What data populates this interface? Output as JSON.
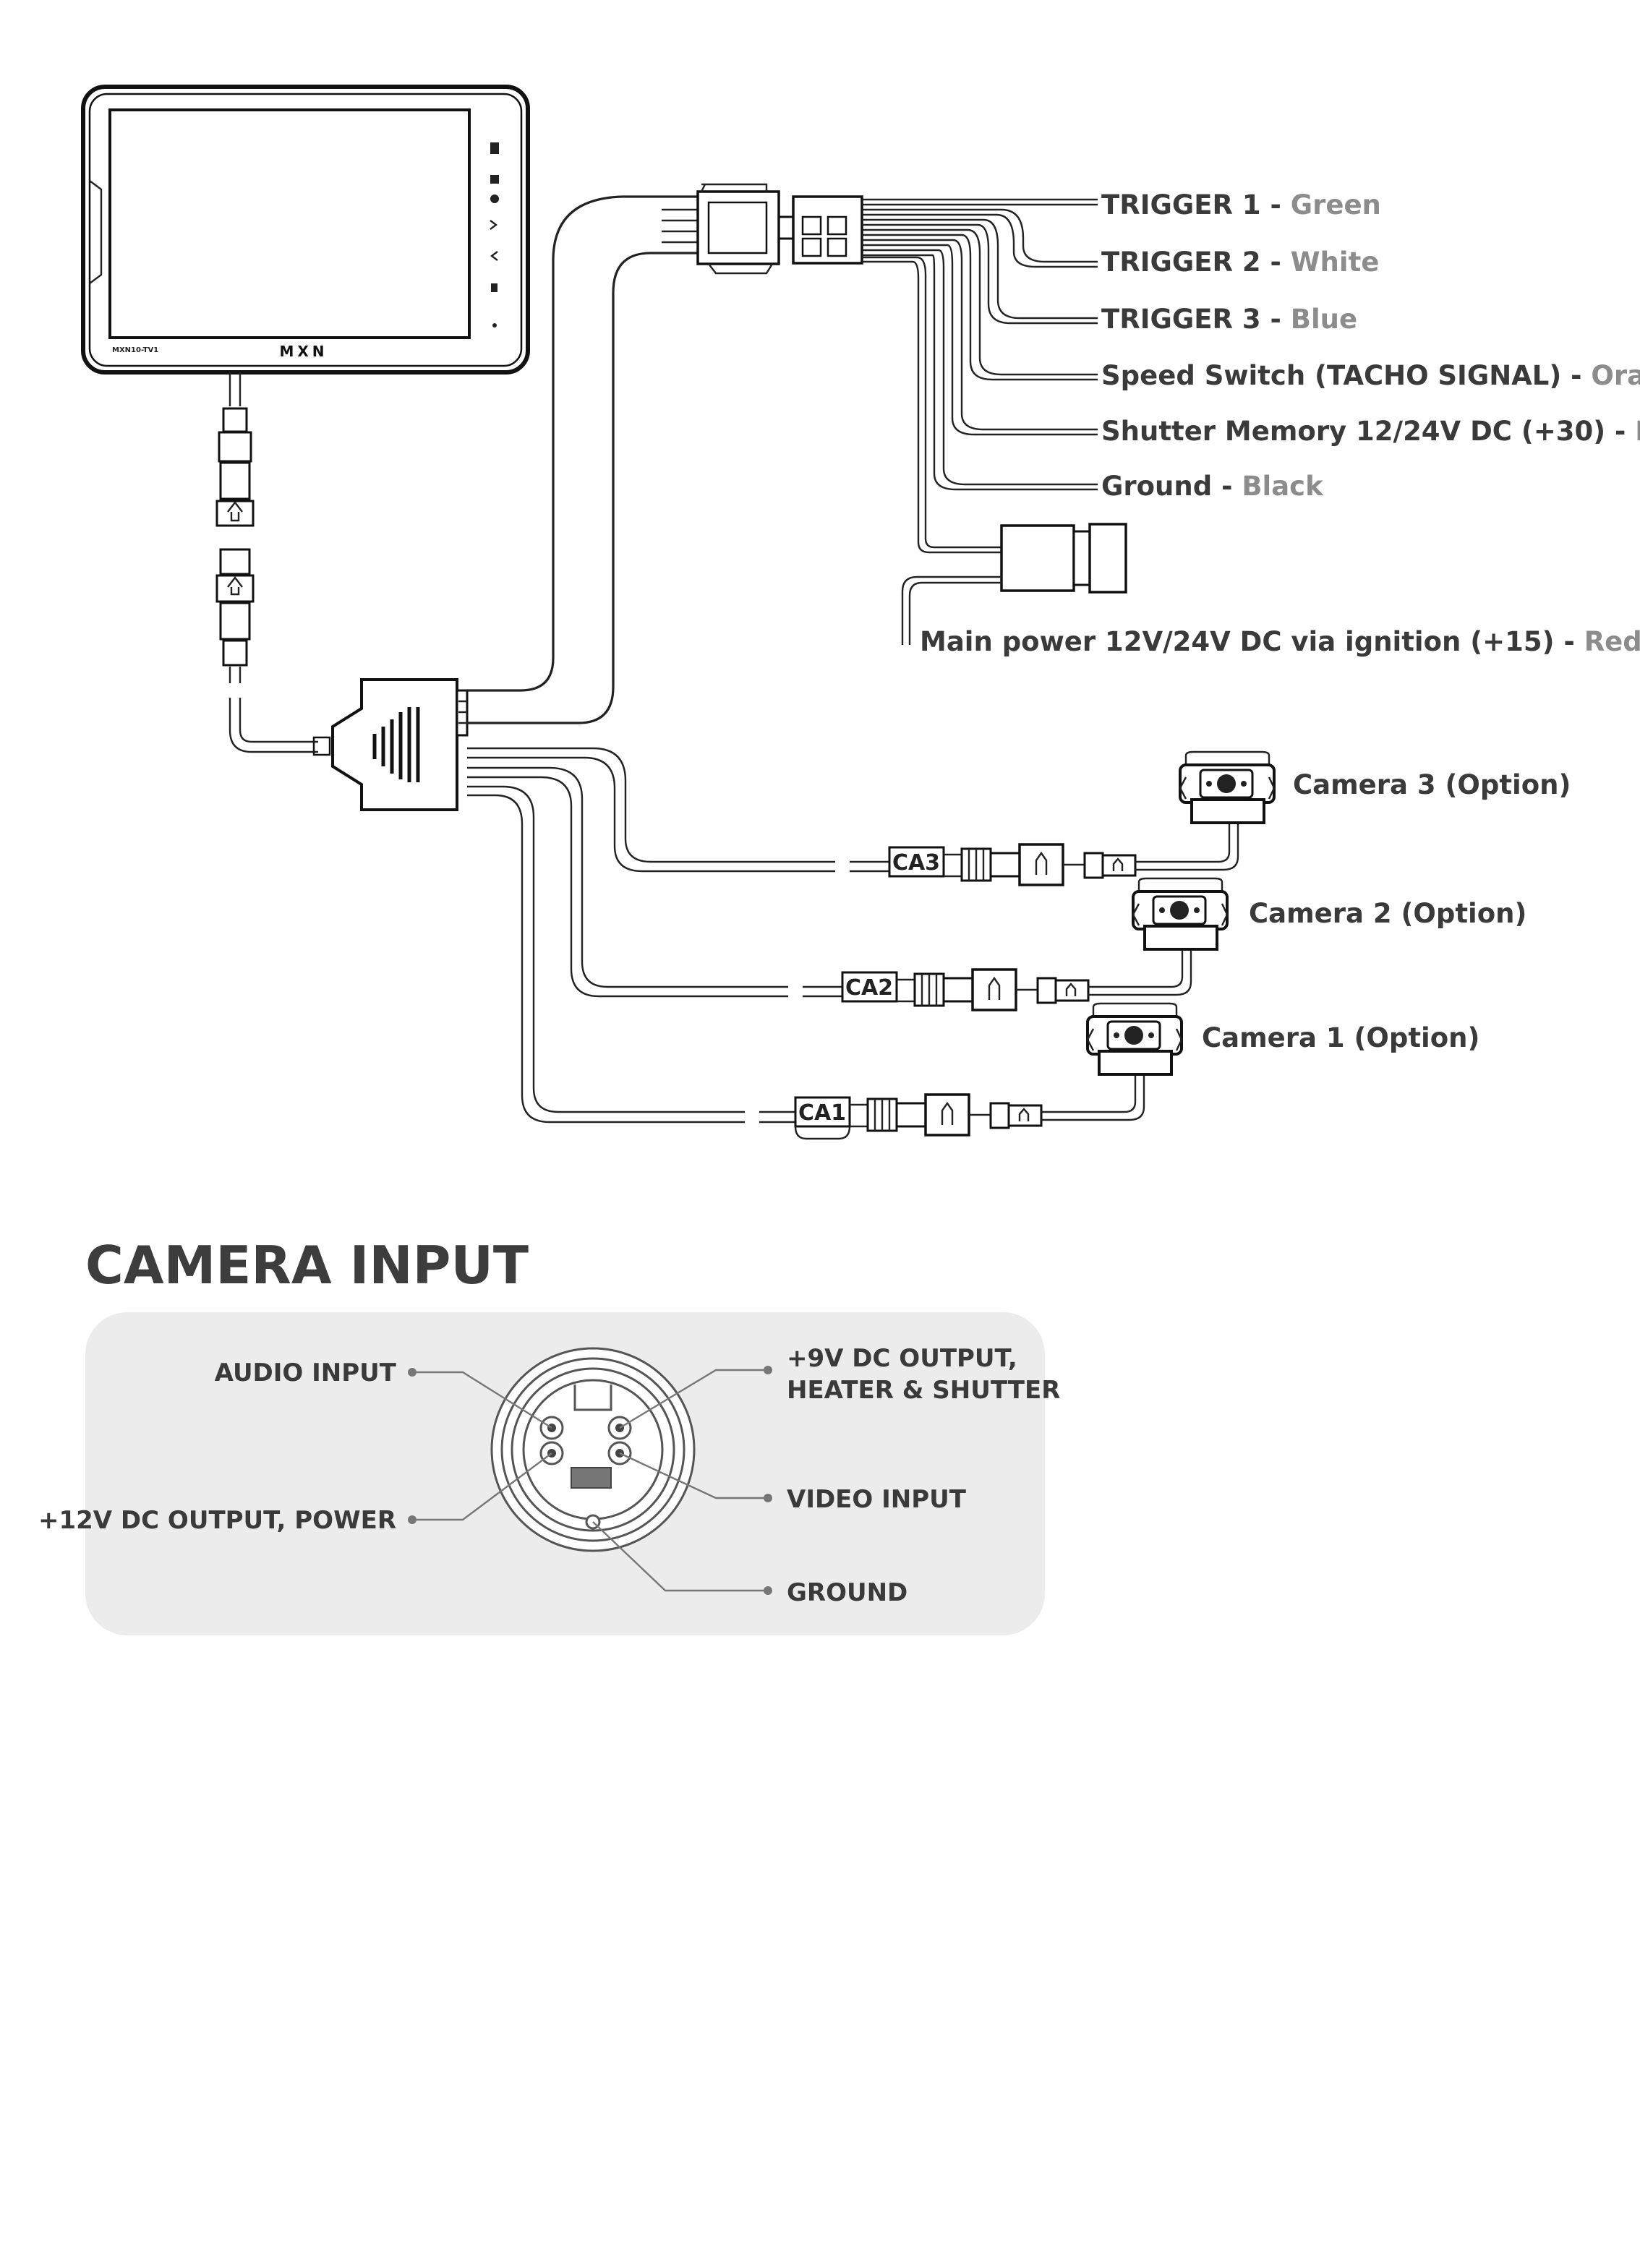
{
  "wires": [
    {
      "label": "TRIGGER 1 - ",
      "color": "Green"
    },
    {
      "label": "TRIGGER 2 - ",
      "color": "White"
    },
    {
      "label": "TRIGGER 3 - ",
      "color": "Blue"
    },
    {
      "label": "Speed Switch (TACHO SIGNAL) - ",
      "color": "Orange"
    },
    {
      "label": "Shutter Memory 12/24V DC (+30) - ",
      "color": "Brown"
    },
    {
      "label": "Ground - ",
      "color": "Black"
    },
    {
      "label": "Main power 12V/24V DC via ignition (+15) - ",
      "color": "Red"
    }
  ],
  "monitor": {
    "brand": "MXN",
    "model": "MXN10-TV1"
  },
  "cameras": [
    {
      "name": "Camera 3 (Option)",
      "tag": "CA3"
    },
    {
      "name": "Camera 2 (Option)",
      "tag": "CA2"
    },
    {
      "name": "Camera 1 (Option)",
      "tag": "CA1"
    }
  ],
  "camera_input": {
    "title": "CAMERA INPUT",
    "pins": {
      "audio": "AUDIO INPUT",
      "power12": "+12V DC OUTPUT, POWER",
      "heater_line1": "+9V DC OUTPUT,",
      "heater_line2": "HEATER & SHUTTER",
      "video": "VIDEO INPUT",
      "ground": "GROUND"
    }
  }
}
